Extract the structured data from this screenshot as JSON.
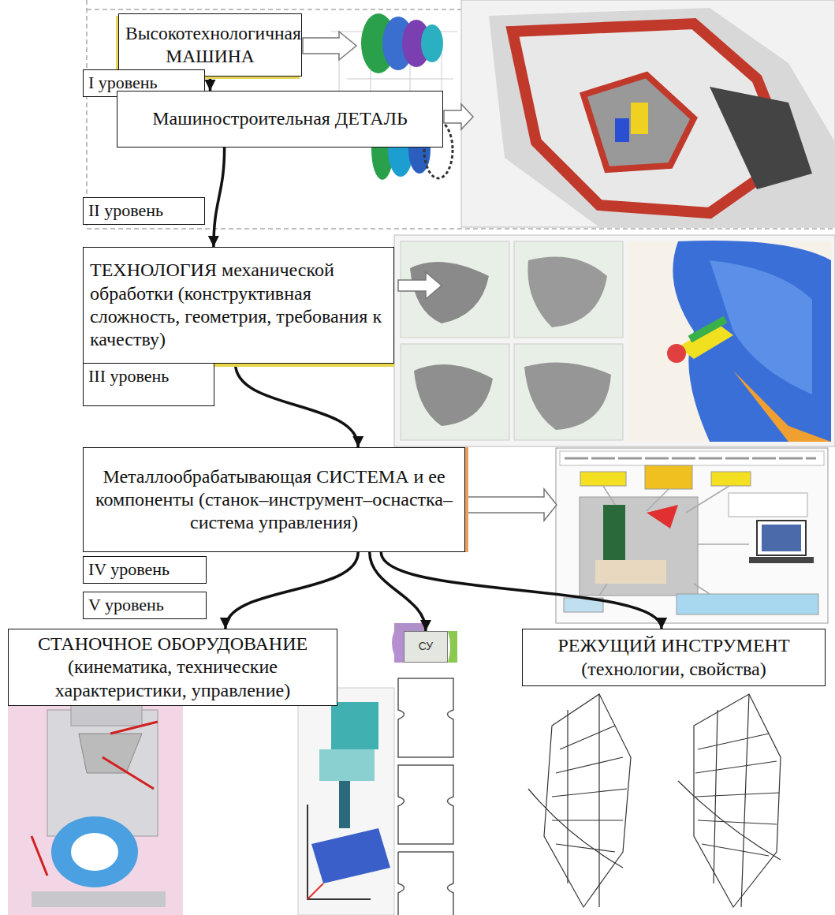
{
  "diagram": {
    "nodes": [
      {
        "text": [
          "Высокотехнологичная МАШИНА"
        ]
      },
      {
        "text": [
          "I уровень"
        ]
      },
      {
        "text": [
          "Машиностроительная ДЕТАЛЬ"
        ]
      },
      {
        "text": [
          "II уровень"
        ]
      },
      {
        "text": [
          "ТЕХНОЛОГИЯ механической обработки (конструктивная сложность, геометрия, требования к качеству)"
        ]
      },
      {
        "text": [
          "III уровень"
        ]
      },
      {
        "text": [
          "Металлообрабатывающая СИСТЕМА и ее компоненты (станок–инструмент–оснастка–система управления)"
        ]
      },
      {
        "text": [
          "IV уровень"
        ]
      },
      {
        "text": [
          "V уровень"
        ]
      },
      {
        "text": [
          "СТАНОЧНОЕ ОБОРУДОВАНИЕ (кинематика, технические характеристики, управление)"
        ]
      },
      {
        "text": [
          "СУ"
        ]
      },
      {
        "text": [
          "РЕЖУЩИЙ ИНСТРУМЕНТ (технологии, свойства)"
        ]
      }
    ],
    "edges": [
      {
        "from": 0,
        "to": 2,
        "arrow": "to"
      },
      {
        "from": 2,
        "to": 4,
        "arrow": "to"
      },
      {
        "from": 4,
        "to": 6,
        "arrow": "to"
      },
      {
        "from": 6,
        "to": 9,
        "arrow": "to"
      },
      {
        "from": 6,
        "to": 10,
        "arrow": "to"
      },
      {
        "from": 6,
        "to": 11,
        "arrow": "to"
      }
    ]
  }
}
